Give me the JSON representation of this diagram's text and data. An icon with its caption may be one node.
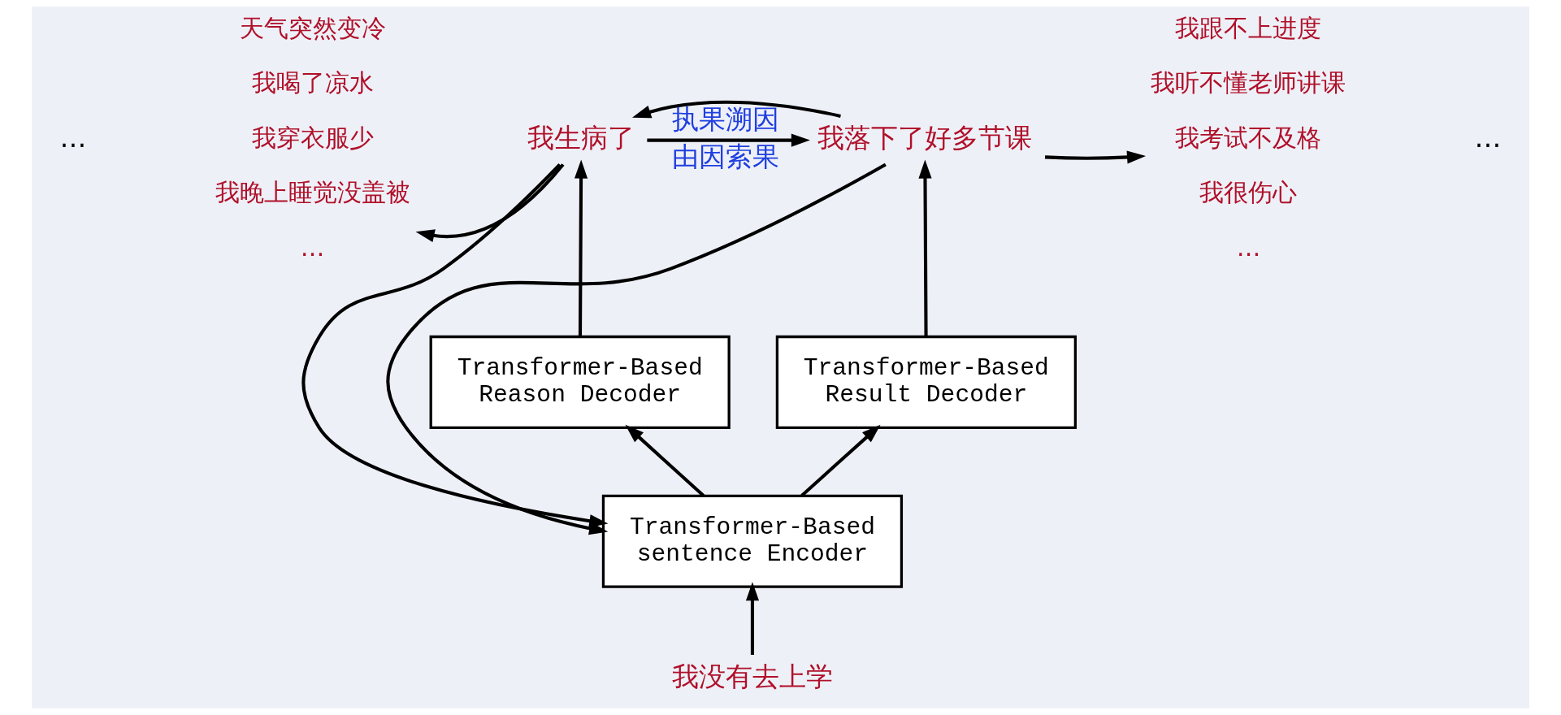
{
  "diagram": {
    "nodes": [
      {
        "text": [
          "我生病了"
        ]
      },
      {
        "text": [
          "我落下了好多节课"
        ]
      },
      {
        "text": [
          "天气突然变冷",
          "我喝了凉水",
          "我穿衣服少",
          "我晚上睡觉没盖被",
          "…"
        ]
      },
      {
        "text": [
          "我跟不上进度",
          "我听不懂老师讲课",
          "我考试不及格",
          "我很伤心",
          "…"
        ]
      },
      {
        "text": [
          "Transformer-Based Reason Decoder"
        ]
      },
      {
        "text": [
          "Transformer-Based Result Decoder"
        ]
      },
      {
        "text": [
          "Transformer-Based sentence Encoder"
        ]
      },
      {
        "text": [
          "我没有去上学"
        ]
      }
    ],
    "edges": [
      {
        "from": 0,
        "to": 1,
        "arrow": "to",
        "label": "由因索果"
      },
      {
        "from": 1,
        "to": 0,
        "arrow": "to",
        "label": "执果溯因"
      },
      {
        "from": 0,
        "to": 2,
        "arrow": "to"
      },
      {
        "from": 1,
        "to": 3,
        "arrow": "to"
      },
      {
        "from": 4,
        "to": 0,
        "arrow": "to"
      },
      {
        "from": 5,
        "to": 1,
        "arrow": "to"
      },
      {
        "from": 6,
        "to": 4,
        "arrow": "to"
      },
      {
        "from": 6,
        "to": 5,
        "arrow": "to"
      },
      {
        "from": 0,
        "to": 6,
        "arrow": "to"
      },
      {
        "from": 1,
        "to": 6,
        "arrow": "to"
      },
      {
        "from": 7,
        "to": 6,
        "arrow": "to"
      }
    ],
    "labels": [
      "…",
      "…"
    ]
  }
}
